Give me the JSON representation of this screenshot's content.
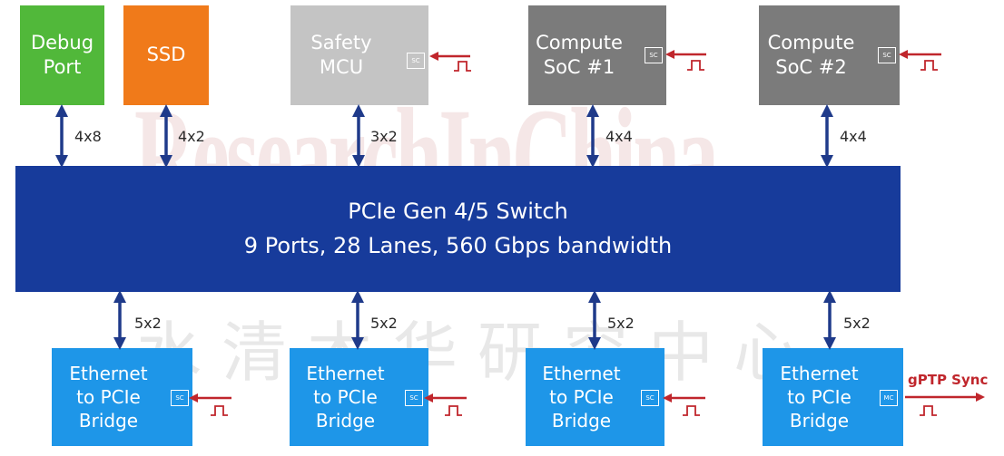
{
  "colors": {
    "debug": "#51b83a",
    "ssd": "#f07a1a",
    "safety": "#c4c4c4",
    "compute": "#7b7b7b",
    "switch": "#173b9b",
    "bridge": "#1e96e8",
    "connector": "#1f3a8a",
    "signal": "#c0262c"
  },
  "top_nodes": [
    {
      "line1": "Debug",
      "line2": "Port",
      "lanes": "4x8"
    },
    {
      "line1": "SSD",
      "lanes": "4x2"
    },
    {
      "line1": "Safety",
      "line2": "MCU",
      "tag": "SC",
      "lanes": "3x2"
    },
    {
      "line1": "Compute",
      "line2": "SoC #1",
      "tag": "SC",
      "lanes": "4x4"
    },
    {
      "line1": "Compute",
      "line2": "SoC #2",
      "tag": "SC",
      "lanes": "4x4"
    }
  ],
  "switch": {
    "line1": "PCIe Gen 4/5 Switch",
    "line2": "9 Ports, 28 Lanes, 560 Gbps bandwidth"
  },
  "bottom_nodes": [
    {
      "line1": "Ethernet",
      "line2": "to PCIe",
      "line3": "Bridge",
      "tag": "SC",
      "lanes": "5x2"
    },
    {
      "line1": "Ethernet",
      "line2": "to PCIe",
      "line3": "Bridge",
      "tag": "SC",
      "lanes": "5x2"
    },
    {
      "line1": "Ethernet",
      "line2": "to PCIe",
      "line3": "Bridge",
      "tag": "SC",
      "lanes": "5x2"
    },
    {
      "line1": "Ethernet",
      "line2": "to PCIe",
      "line3": "Bridge",
      "tag": "MC",
      "lanes": "5x2"
    }
  ],
  "gptp_label": "gPTP Sync",
  "watermark": {
    "latin": "ResearchInChina",
    "cjk": "水清木华研究中心"
  }
}
